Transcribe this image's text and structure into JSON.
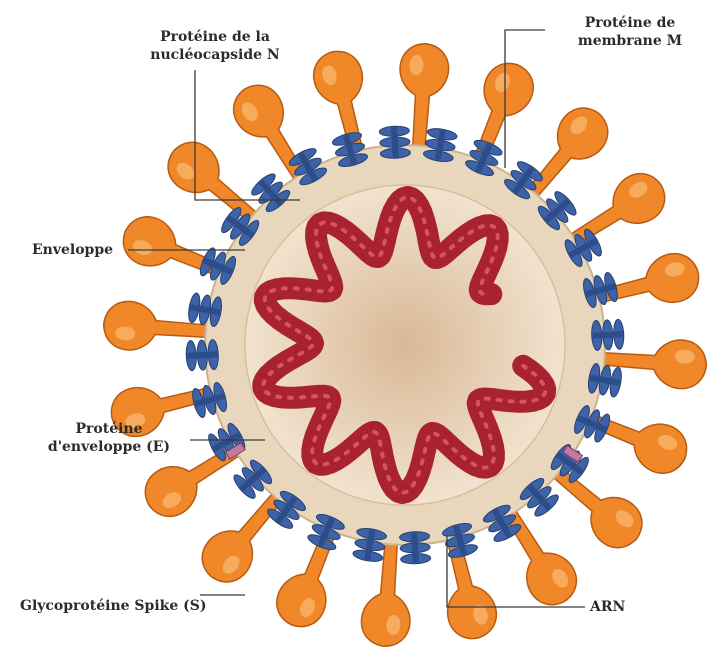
{
  "labels": {
    "nucleocapsid": "Protéine de la\nnucléocapside N",
    "membrane": "Protéine de\nmembrane M",
    "envelope": "Enveloppe",
    "envelope_protein": "Protéine\nd'enveloppe (E)",
    "spike": "Glycoprotéine Spike (S)",
    "rna": "ARN"
  },
  "colors": {
    "spike": "#f0882a",
    "spike_dark": "#b85a12",
    "membrane_protein": "#3d62a8",
    "envelope_ring": "#e8d6bd",
    "interior": "#e6cfb3",
    "rna": "#a8222f",
    "envelope_protein": "#c27aa5"
  }
}
